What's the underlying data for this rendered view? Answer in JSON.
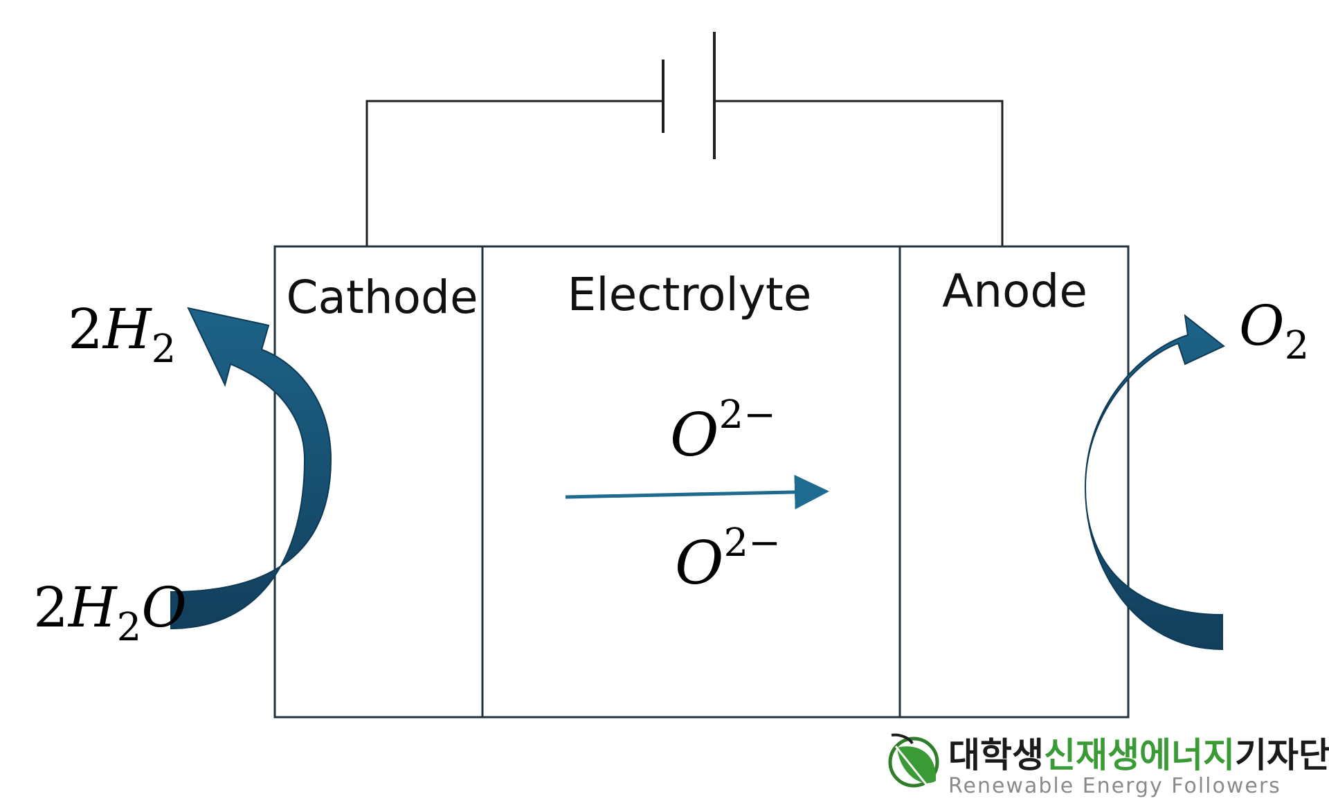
{
  "regions": {
    "cathode": "Cathode",
    "electrolyte": "Electrolyte",
    "anode": "Anode"
  },
  "species": {
    "left_top": {
      "coef": "2",
      "base": "H",
      "sub": "2"
    },
    "left_bottom": {
      "coef": "2",
      "base": "H",
      "sub": "2",
      "tail": "O"
    },
    "right_top": {
      "base": "O",
      "sub": "2"
    },
    "ion_top": {
      "base": "O",
      "sup": "2−"
    },
    "ion_bottom": {
      "base": "O",
      "sup": "2−"
    }
  },
  "logo": {
    "korean_black_1": "대학생",
    "korean_green": "신재생에너지",
    "korean_black_2": "기자단",
    "english": "Renewable Energy Followers"
  },
  "colors": {
    "arrow_fill": "#1a5a7c",
    "arrow_dark": "#0f3f5c",
    "line": "#1f3440",
    "logo_green": "#3a9a35",
    "ion_arrow": "#1f6b8f"
  }
}
